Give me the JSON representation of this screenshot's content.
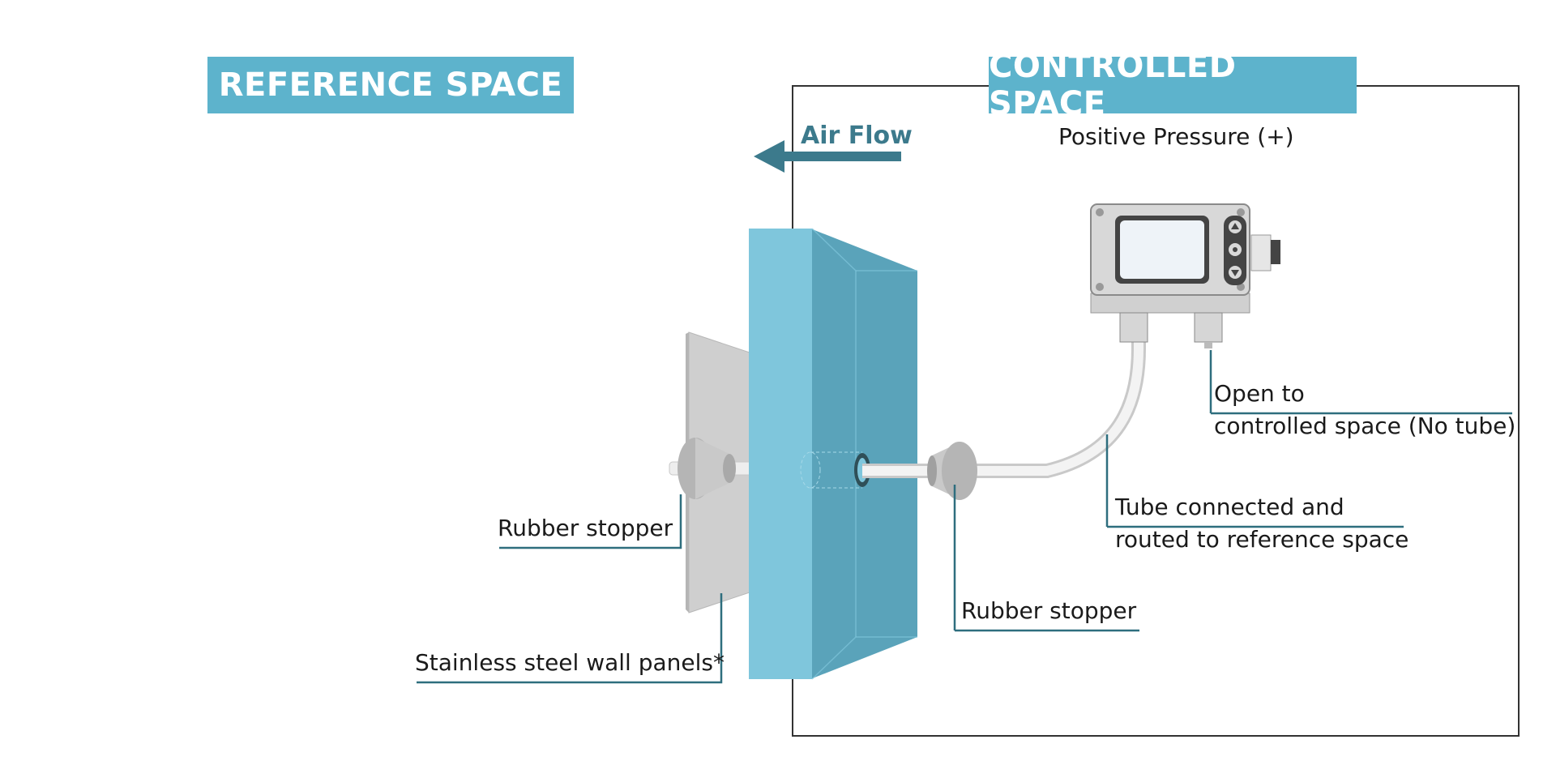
{
  "banners": {
    "reference": "REFERENCE SPACE",
    "controlled": "CONTROLLED SPACE"
  },
  "airflow": {
    "label": "Air Flow"
  },
  "controlled_space": {
    "pressure": "Positive Pressure (+)"
  },
  "callouts": {
    "rubber_stopper_left": "Rubber stopper",
    "wall_panels": "Stainless steel wall panels*",
    "rubber_stopper_right": "Rubber stopper",
    "tube_line1": "Tube connected and",
    "tube_line2": "routed to reference space",
    "open_line1": "Open to",
    "open_line2": "controlled space (No tube)"
  },
  "icons": {
    "device_buttons": [
      "up-arrow-icon",
      "circle-button-icon",
      "down-arrow-icon"
    ]
  },
  "colors": {
    "banner": "#5db3cc",
    "wall_front": "#7fc6dc",
    "wall_side": "#5aa3ba",
    "leader": "#2e6e7e",
    "arrow": "#3c7a8c",
    "border": "#333333"
  }
}
